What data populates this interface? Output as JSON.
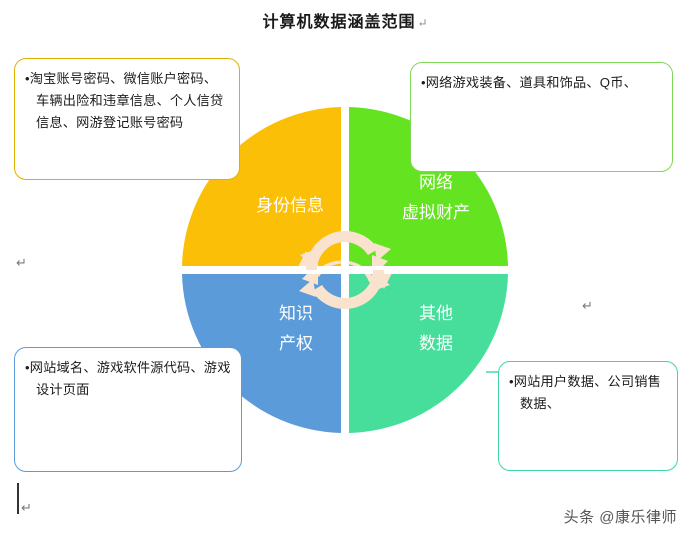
{
  "document": {
    "title": "计算机数据涵盖范围",
    "title_pilcrow": "↵"
  },
  "wheel": {
    "quadrants": [
      {
        "id": "identity",
        "label_line1": "身份信息",
        "label_line2": "",
        "color": "#FBBF08",
        "position": "top-left"
      },
      {
        "id": "virtual-property",
        "label_line1": "网络",
        "label_line2": "虚拟财产",
        "color": "#64E421",
        "position": "top-right"
      },
      {
        "id": "intellectual-property",
        "label_line1": "知识",
        "label_line2": "产权",
        "color": "#5B9BD9",
        "position": "bottom-left"
      },
      {
        "id": "other-data",
        "label_line1": "其他",
        "label_line2": "数据",
        "color": "#46DE9A",
        "position": "bottom-right"
      }
    ],
    "center_icon": "cycle-arrows-icon",
    "center_icon_color": "#FAE3CE"
  },
  "callouts": [
    {
      "id": "identity",
      "bullet": "•",
      "text": "淘宝账号密码、微信账户密码、车辆出险和违章信息、个人信贷信息、网游登记账号密码",
      "border_color": "#E0B000"
    },
    {
      "id": "virtual-property",
      "bullet": "•",
      "text": "网络游戏装备、道具和饰品、Q币、",
      "border_color": "#7ED957"
    },
    {
      "id": "intellectual-property",
      "bullet": "•",
      "text": "网站域名、游戏软件源代码、游戏设计页面",
      "border_color": "#5B9BD9"
    },
    {
      "id": "other-data",
      "bullet": "•",
      "text": "网站用户数据、公司销售数据、",
      "border_color": "#3FD6A0"
    }
  ],
  "editing_marks": {
    "left_middle": "↵",
    "right_middle": "↵",
    "bottom_left": "↵"
  },
  "footer": {
    "watermark": "头条 @康乐律师"
  }
}
